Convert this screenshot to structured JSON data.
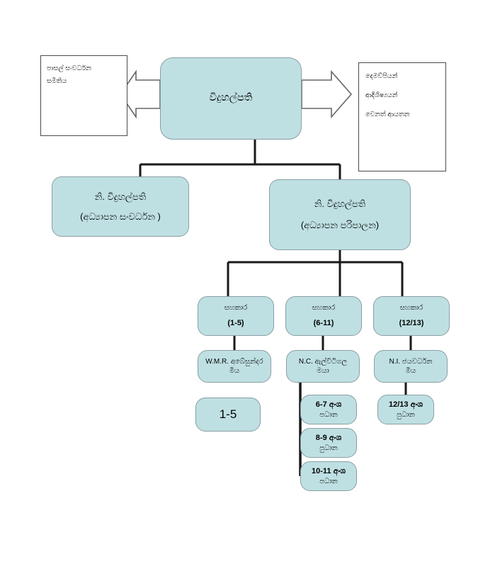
{
  "diagram": {
    "title": "School Organizational Structure Chart",
    "colors": {
      "node_fill": "#bfe0e3",
      "node_border": "#8a9ea2",
      "plain_border": "#4a4a4a",
      "connector": "#1a1a1a",
      "arrow_stroke": "#555555",
      "background": "#ffffff"
    },
    "nodes": {
      "school_development_society": {
        "lines": [
          "පාසල් සංවර්ධන",
          "සමිතිය"
        ],
        "shape": "rectangle"
      },
      "principal": {
        "label": "විදුහල්පති",
        "shape": "rounded-rectangle"
      },
      "stakeholders": {
        "lines": [
          "දෙමව්පියන්",
          "ආදිශිෂ්‍යයන්",
          "වෙනත් ආයතන"
        ],
        "shape": "rectangle"
      },
      "deputy_principal_development": {
        "title": "නි. විදුහල්පති",
        "subtitle": "(අධ්‍යාපන  සංවර්ධන )"
      },
      "deputy_principal_administration": {
        "title": "නි. විදුහල්පති",
        "subtitle": "(අධ්‍යාපන පරිපාලන)"
      },
      "assistants": [
        {
          "title": "සහකාර",
          "range": "(1-5)"
        },
        {
          "title": "සහකාර",
          "range": "(6-11)"
        },
        {
          "title": "සහකාර",
          "range": "(12/13)"
        }
      ],
      "staff_names": [
        {
          "line1": "W.M.R. අබේසුන්දර",
          "line2": "මිය"
        },
        {
          "line1": "N.C. ඇල්විටිගල",
          "line2": "මයා"
        },
        {
          "line1": "N.I. ජයවර්ධන",
          "line2": "මිය"
        }
      ],
      "grade_group_1_5": {
        "label": "1-5"
      },
      "section_heads": [
        {
          "grades": "6-7 අංශ",
          "role": "පධාන"
        },
        {
          "grades": "8-9 අංශ",
          "role": "පුධාන"
        },
        {
          "grades": "10-11 අංශ",
          "role": "පධාන"
        }
      ],
      "section_head_1213": {
        "grades": "12/13 අංශ",
        "role": "පුධාන"
      }
    },
    "connectors": {
      "left_arrow_name": "double-arrow-to-school-development-society",
      "right_arrow_name": "double-arrow-to-stakeholders"
    }
  }
}
